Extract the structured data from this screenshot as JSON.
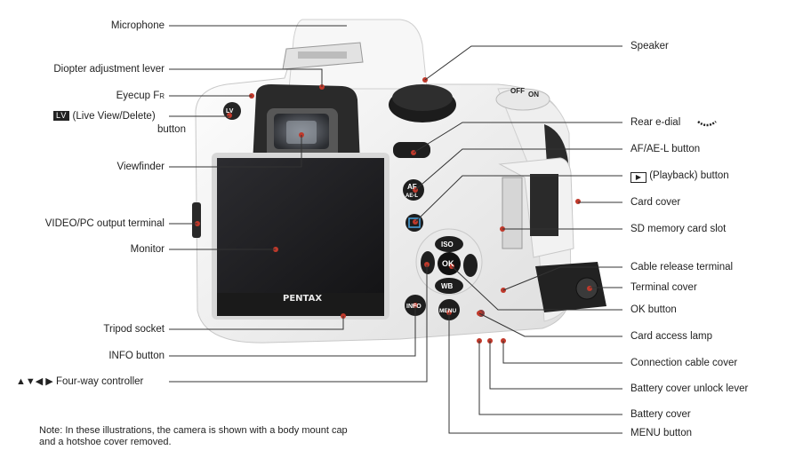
{
  "left_labels": {
    "microphone": "Microphone",
    "diopter": "Diopter adjustment lever",
    "eyecup": "Eyecup F",
    "eyecup_suffix": "R",
    "lv_badge": "LV",
    "lv_text": "(Live View/Delete)",
    "lv_text2": "button",
    "viewfinder": "Viewfinder",
    "video": "VIDEO/PC output terminal",
    "monitor": "Monitor",
    "tripod": "Tripod socket",
    "info": "INFO button",
    "fourway_symbols": "▲▼◀ ▶",
    "fourway": "Four-way controller"
  },
  "right_labels": {
    "speaker": "Speaker",
    "rear_edial": "Rear e-dial",
    "afael": "AF/AE-L button",
    "playback": "(Playback) button",
    "card_cover": "Card cover",
    "sd_slot": "SD memory card slot",
    "cable_release": "Cable release terminal",
    "terminal_cover": "Terminal cover",
    "ok": "OK button",
    "card_lamp": "Card access lamp",
    "connection_cover": "Connection cable cover",
    "battery_unlock": "Battery cover unlock lever",
    "battery_cover": "Battery cover",
    "menu": "MENU button"
  },
  "camera": {
    "brand": "PENTAX",
    "btn_iso": "ISO",
    "btn_ok": "OK",
    "btn_wb": "WB",
    "btn_info": "INFO",
    "btn_menu": "MENU",
    "btn_af": "AF",
    "btn_ael": "AE-L",
    "switch_off": "OFF",
    "switch_on": "ON",
    "lv_key": "LV"
  },
  "note": "Note: In these illustrations, the camera is shown with a body mount cap and a hotshoe cover removed.",
  "colors": {
    "body": "#f4f4f4",
    "rubber": "#3a3a3a",
    "lcd": "#1e1e22",
    "lead": "#333333",
    "lamp": "#c0392b"
  }
}
